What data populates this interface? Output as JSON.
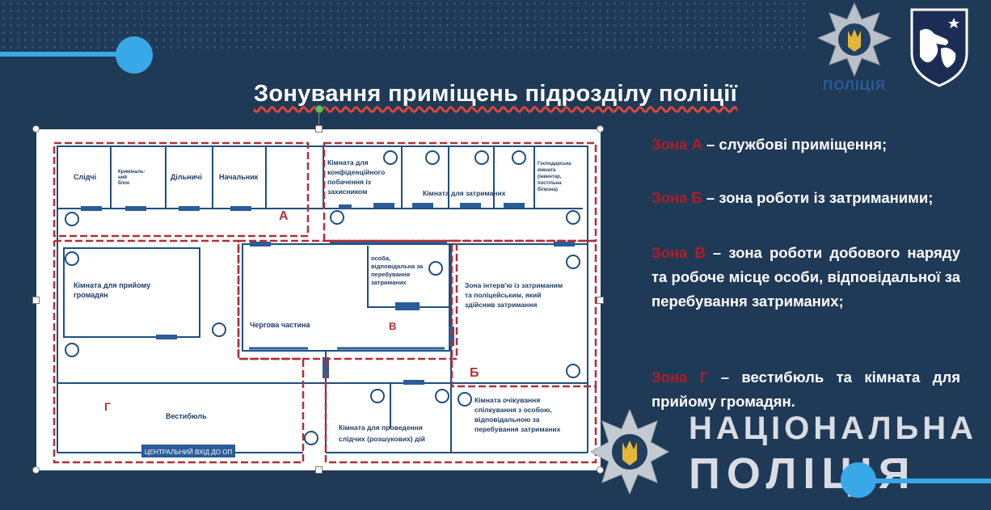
{
  "slide": {
    "title": "Зонування приміщень підрозділу поліції"
  },
  "logos": {
    "police_caption": "ПОЛІЦІЯ"
  },
  "floor_plan": {
    "zone_letters": [
      "А",
      "Б",
      "В",
      "Г"
    ],
    "rooms": {
      "investigators": "Слідчі",
      "forensic_l1": "Криміналь-",
      "forensic_l2": "ний",
      "forensic_l3": "блок",
      "district": "Дільничі",
      "chief": "Начальник",
      "confidential_l1": "Кімната для",
      "confidential_l2": "конфіденційного",
      "confidential_l3": "побачення із",
      "confidential_l4": "захисником",
      "detainees_room": "Кімната для затриманих",
      "utility_l1": "Господарська",
      "utility_l2": "кімната",
      "utility_l3": "(інвентар,",
      "utility_l4": "постільна",
      "utility_l5": "білизна)",
      "responsible_l1": "особа,",
      "responsible_l2": "відповідальна за",
      "responsible_l3": "перебування",
      "responsible_l4": "затриманих",
      "interview_l1": "Зона інтерв'ю із затриманим",
      "interview_l2": "та поліцейським, який",
      "interview_l3": "здійснив затримання",
      "reception_l1": "Кімната для прийому",
      "reception_l2": "громадян",
      "duty": "Чергова частина",
      "lobby": "Вестибюль",
      "entrance": "ЦЕНТРАЛЬНИЙ ВХІД ДО ОП",
      "investigative_l1": "Кімната для проведення",
      "investigative_l2": "слідчих (розшукових) дій",
      "waiting_l1": "Кімната очікування",
      "waiting_l2": "спілкування з особою,",
      "waiting_l3": "відповідальною за",
      "waiting_l4": "перебування затриманих"
    }
  },
  "zones": [
    {
      "label": "Зона А",
      "text": " – службові приміщення;"
    },
    {
      "label": "Зона Б",
      "text": " – зона роботи із затриманими;"
    },
    {
      "label": "Зона В",
      "text": " – зона роботи добового наряду та робоче місце особи, відповідальної за перебування затриманих;"
    },
    {
      "label": "Зона Г",
      "text": " – вестибюль та кімната для прийому громадян."
    }
  ],
  "brand": {
    "line1": "НАЦІОНАЛЬНА",
    "line2": "ПОЛІЦІЯ"
  },
  "colors": {
    "background": "#1f3a57",
    "accent_blue": "#38a8e8",
    "zone_red": "#b51c24",
    "plan_line": "#1e4f7f",
    "zone_dash": "#b0303a"
  }
}
